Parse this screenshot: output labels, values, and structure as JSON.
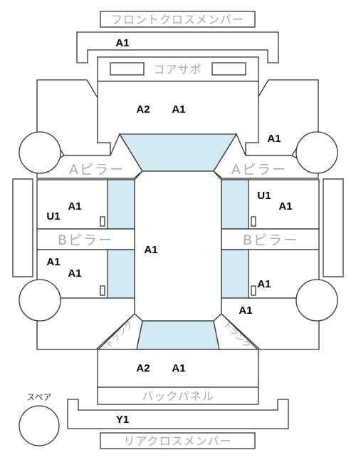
{
  "labels": {
    "front_cross_member": "フロントクロスメンバー",
    "core_support": "コアサポ",
    "a_pillar_left": "Aピラー",
    "a_pillar_right": "Aピラー",
    "b_pillar_left": "Bピラー",
    "b_pillar_right": "Bピラー",
    "back_panel": "バックパネル",
    "rear_cross_member": "リアクロスメンバー",
    "spare": "スペア",
    "trunk_left": "トランク",
    "trunk_right": "トランク"
  },
  "codes": {
    "front_member": "A1",
    "hood_a2": "A2",
    "hood_a1": "A1",
    "front_right_fender": "A1",
    "left_front_door_u1": "U1",
    "left_front_door_a1": "A1",
    "right_front_door_u1": "U1",
    "right_front_door_a1": "A1",
    "roof": "A1",
    "left_rear_door_a1_top": "A1",
    "left_rear_door_a1_bottom": "A1",
    "right_rear_door": "A1",
    "right_rear_quarter": "A1",
    "trunk_a2": "A2",
    "trunk_a1": "A1",
    "rear_member": "Y1"
  },
  "colors": {
    "line": "#333333",
    "glass": "#d4eaf2",
    "part_label": "#aaaaaa",
    "code": "#000000"
  }
}
